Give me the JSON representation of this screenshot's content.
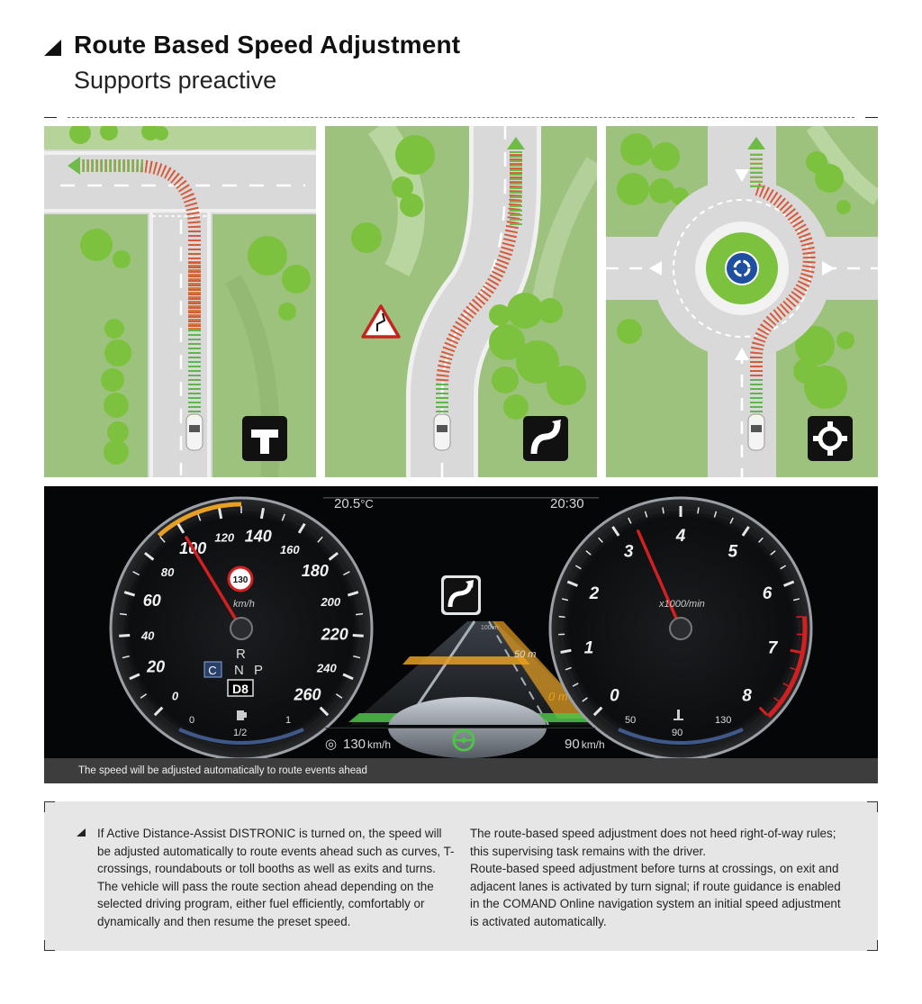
{
  "header": {
    "title": "Route Based Speed Adjustment",
    "subtitle": "Supports preactive"
  },
  "scenarios": [
    {
      "name": "T-junction",
      "icon": "t-junction-icon"
    },
    {
      "name": "Curve",
      "icon": "curve-icon"
    },
    {
      "name": "Roundabout",
      "icon": "roundabout-icon"
    }
  ],
  "cluster": {
    "temperature": "20.5",
    "temperature_unit": "°C",
    "clock": "20:30",
    "speed_unit": "km/h",
    "speed_limit_sign": "130",
    "speed_ticks": [
      "0",
      "20",
      "40",
      "60",
      "80",
      "100",
      "120",
      "140",
      "160",
      "180",
      "200",
      "220",
      "240",
      "260"
    ],
    "speed_value": 100,
    "rpm_unit": "x1000/min",
    "rpm_ticks": [
      "0",
      "1",
      "2",
      "3",
      "4",
      "5",
      "6",
      "7",
      "8"
    ],
    "rpm_value": 3.3,
    "gear_letters": {
      "r": "R",
      "n": "N",
      "p": "P"
    },
    "drive_mode": "C",
    "gear": "D8",
    "fuel_labels": {
      "empty": "0",
      "half": "1/2",
      "full": "1"
    },
    "coolant_labels": {
      "low": "50",
      "mid": "90",
      "high": "130"
    },
    "set_speed": "130",
    "set_speed_unit": "km/h",
    "distance_speed": "90",
    "distance_speed_unit": "km/h",
    "road_distances": {
      "far": "100 m",
      "mid": "50 m",
      "near": "0 m"
    },
    "colors": {
      "accent_orange": "#e8a020",
      "assist_green": "#4fc24a",
      "redline": "#d22020"
    }
  },
  "caption": "The speed will be adjusted automatically to route events ahead",
  "notes": {
    "left": "If Active Distance-Assist DISTRONIC is turned on, the speed will be adjusted automatically to route events ahead such as curves, T-crossings, roundabouts or toll booths as well as exits and turns. The vehicle will pass the route section ahead depending on the selected driving program, either fuel efficiently, comfortably or dynamically and then resume the preset speed.",
    "right_1": "The route-based speed adjustment does not heed right-of-way rules; this supervising task remains with the driver.",
    "right_2": "Route-based speed adjustment before turns at crossings, on exit and adjacent lanes is activated by turn signal; if route guidance is enabled in the COMAND Online navigation system an initial speed adjustment is activated automatically."
  }
}
